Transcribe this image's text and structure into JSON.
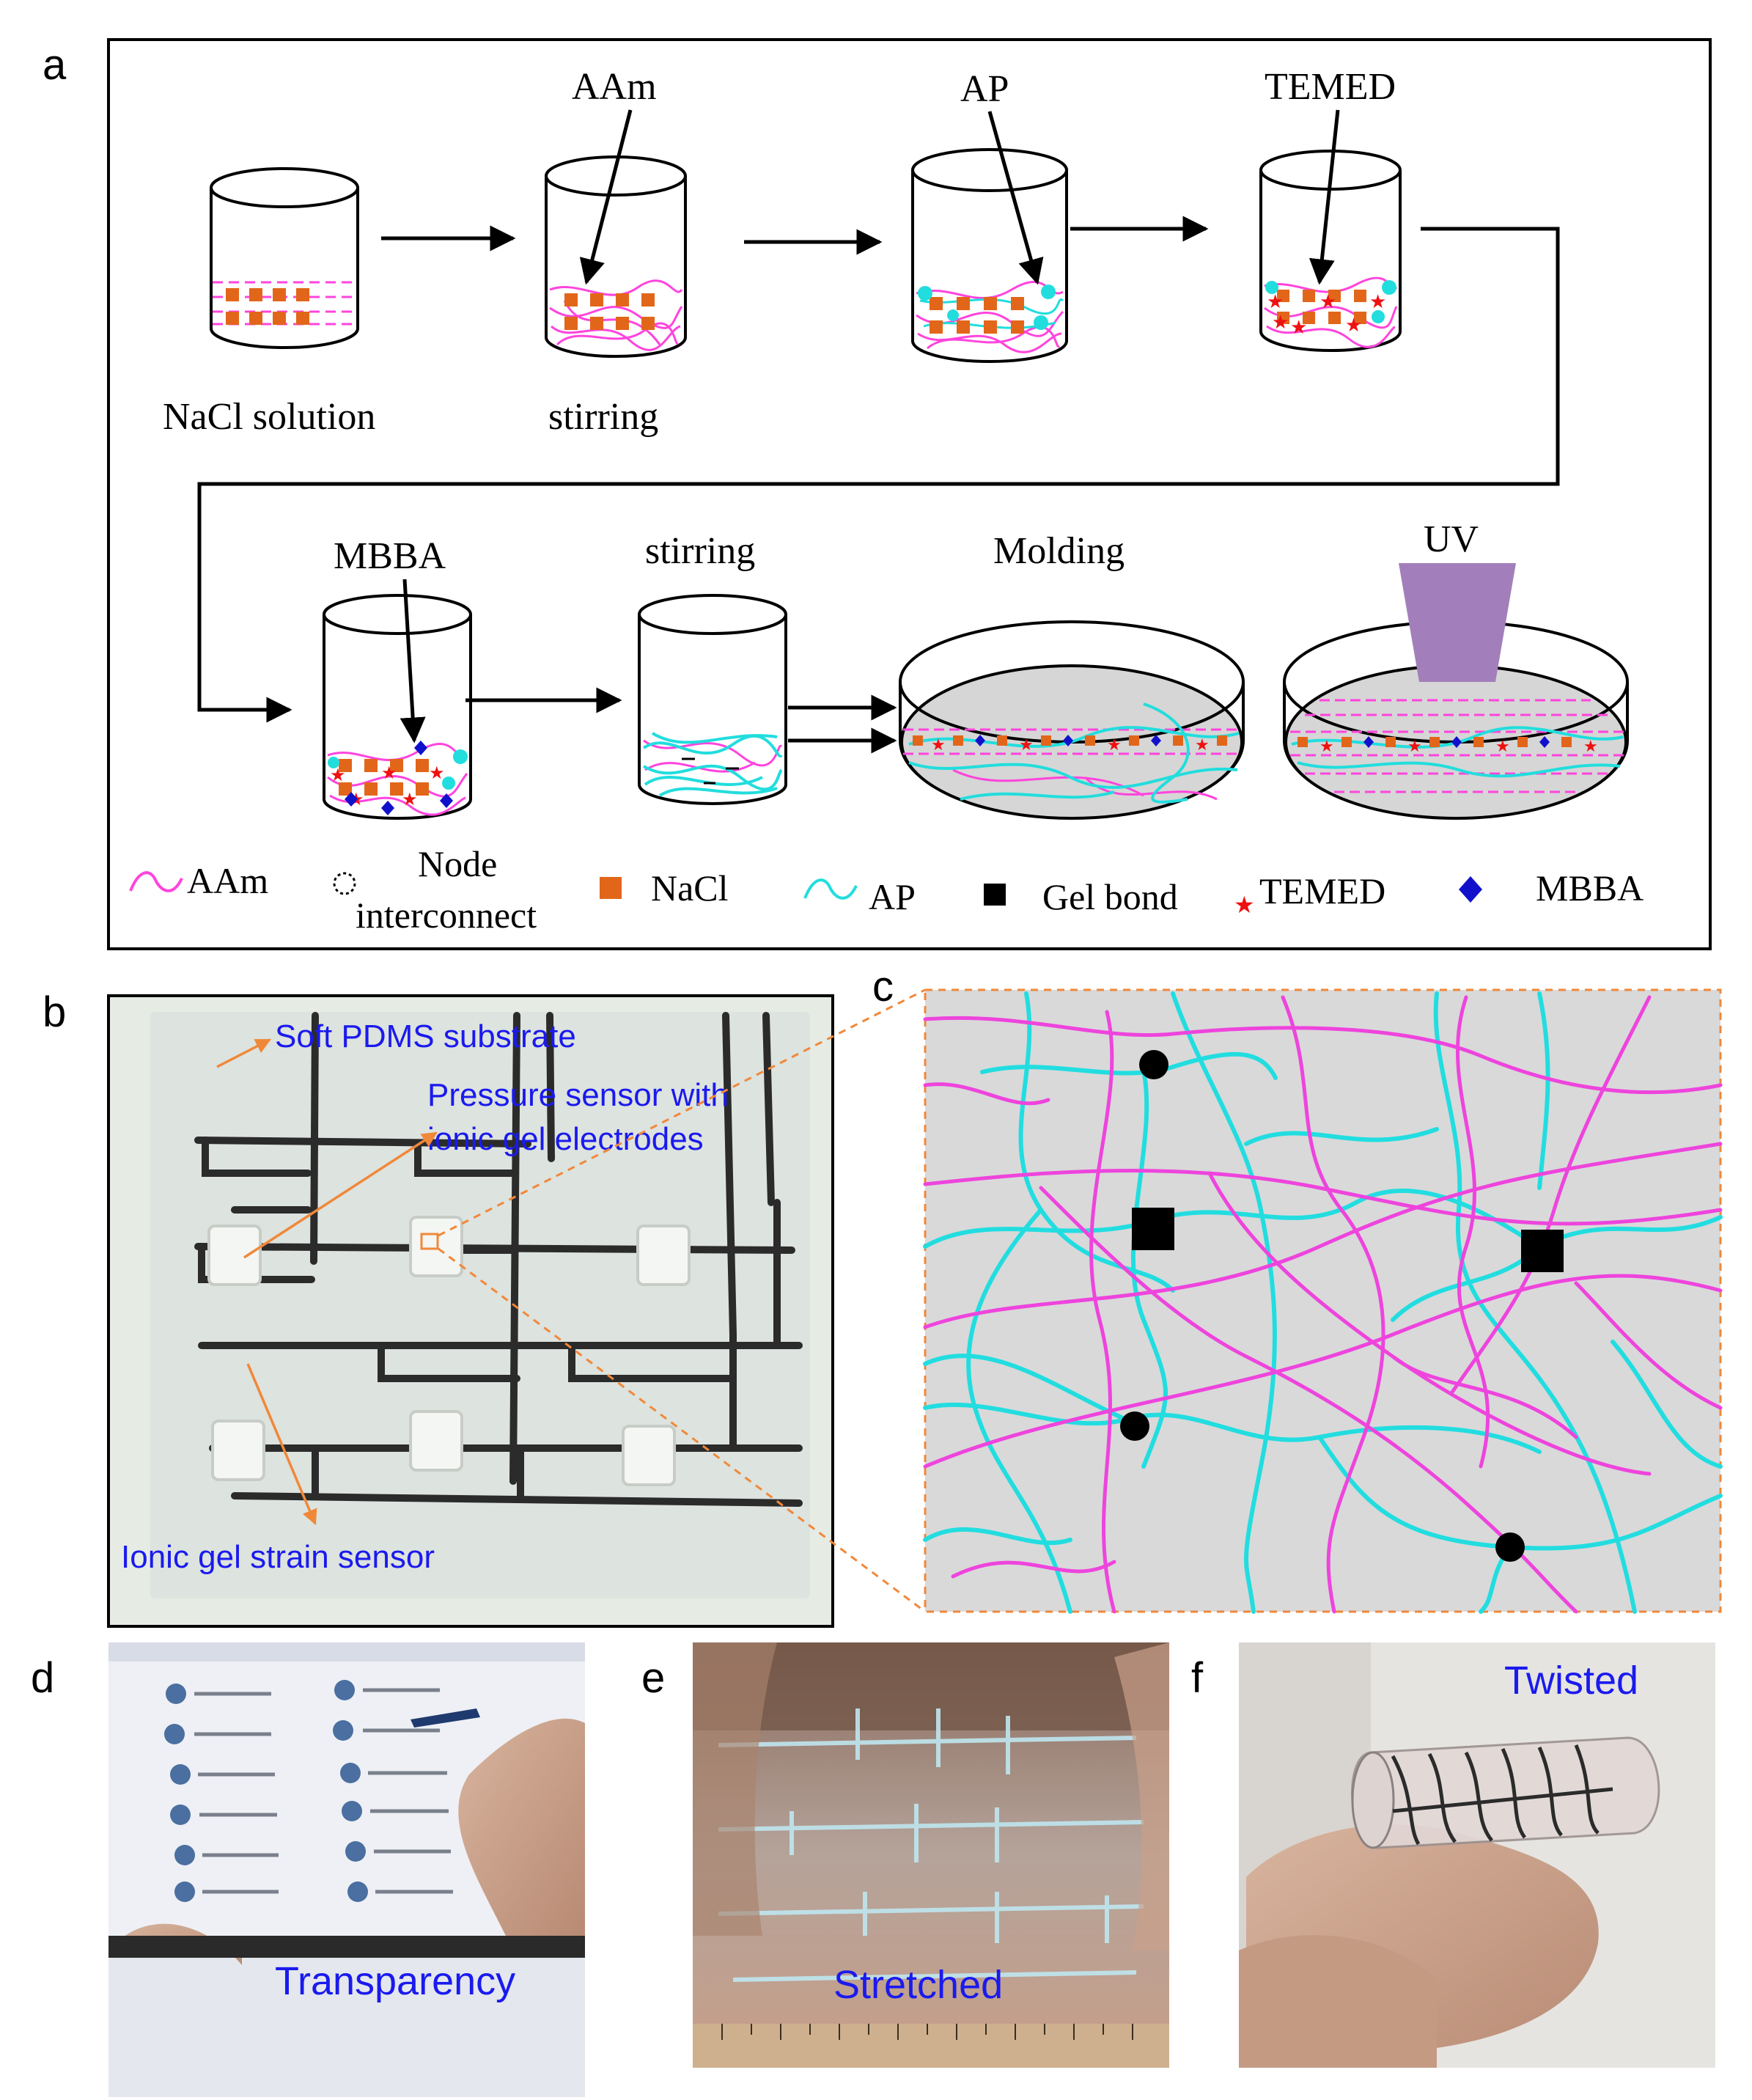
{
  "panel_letters": [
    "a",
    "b",
    "c",
    "d",
    "e",
    "f"
  ],
  "panel_a": {
    "step_labels": {
      "nacl_solution": "NaCl solution",
      "stirring_1": "stirring",
      "aam": "AAm",
      "ap": "AP",
      "temed": "TEMED",
      "mbba": "MBBA",
      "stirring_2": "stirring",
      "molding": "Molding",
      "uv": "UV"
    },
    "legend": {
      "aam": "AAm",
      "node_line1": "Node",
      "node_line2": "interconnect",
      "nacl": "NaCl",
      "ap": "AP",
      "gel_bond": "Gel bond",
      "temed": "TEMED",
      "mbba": "MBBA"
    },
    "colors": {
      "aam": "#ff44dd",
      "ap": "#22dddd",
      "nacl": "#e2661a",
      "temed": "#ee1111",
      "mbba": "#1111cc",
      "uv": "#a27fba",
      "dish_fill": "#d6d6d6"
    }
  },
  "panel_b": {
    "labels": {
      "substrate": "Soft PDMS substrate",
      "pressure_line1": "Pressure sensor with",
      "pressure_line2": "ionic gel electrodes",
      "strain": "Ionic gel strain sensor"
    },
    "colors": {
      "label": "#1a1aee",
      "arrow": "#f0883a"
    }
  },
  "panel_c": {
    "colors": {
      "aam": "#ee44dd",
      "ap": "#22dde0",
      "background": "#d9d9d9"
    }
  },
  "panel_d": {
    "caption": "Transparency"
  },
  "panel_e": {
    "caption": "Stretched"
  },
  "panel_f": {
    "caption": "Twisted"
  }
}
